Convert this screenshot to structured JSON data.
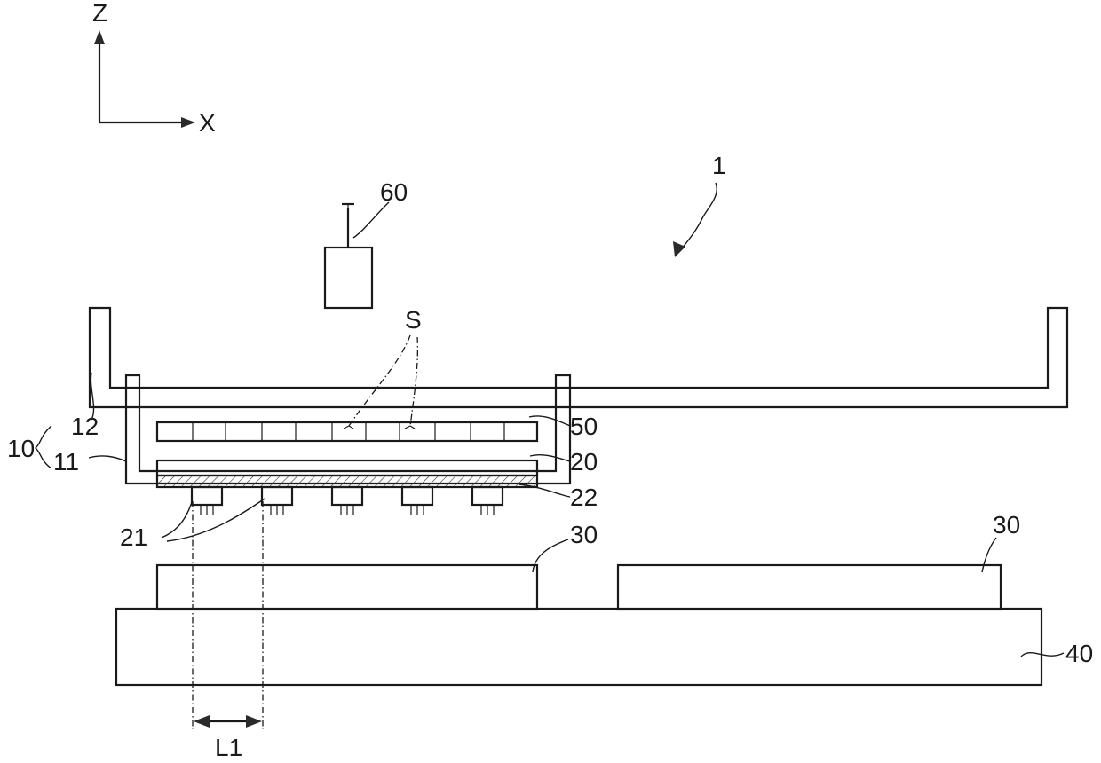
{
  "axes": {
    "z_label": "Z",
    "x_label": "X"
  },
  "labels": {
    "device": "1",
    "part_10": "10",
    "part_11": "11",
    "part_12": "12",
    "part_20": "20",
    "part_21": "21",
    "part_22": "22",
    "part_30_left": "30",
    "part_30_right": "30",
    "part_40": "40",
    "part_50": "50",
    "part_60": "60",
    "part_s": "S",
    "dimension_l1": "L1"
  }
}
